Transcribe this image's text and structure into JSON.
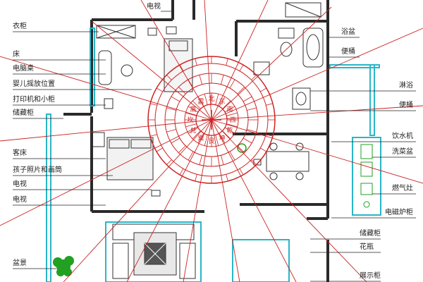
{
  "labels_left": {
    "wardrobe": "衣柜",
    "bed": "床",
    "computer_desk": "电脑桌",
    "crib_position": "婴儿摇放位置",
    "printer_cabinet": "打印机和小柜",
    "storage_cabinet": "储藏柜",
    "guest_bed": "客床",
    "child_photo_frame": "孩子照片和画筒",
    "tv_upper": "电视",
    "tv_lower": "电视",
    "potted_plant": "盆景"
  },
  "labels_top": {
    "tv_top": "电视"
  },
  "labels_right": {
    "washbasin": "浴盆",
    "toilet": "便桶",
    "shower": "淋浴",
    "toilet_2": "便桶",
    "water_dispenser": "饮水机",
    "sink": "洗菜盆",
    "gas_stove": "燃气灶",
    "microwave_cabinet": "电磁炉柜",
    "storage_cabinet_right": "储藏柜",
    "vase": "花瓶",
    "display_cabinet": "展示柜"
  },
  "compass": {
    "center_glyph": "十",
    "ring_marks": [
      "北",
      "东",
      "南",
      "西",
      "乾",
      "坤",
      "艮",
      "巽",
      "兑",
      "坎",
      "离",
      "震"
    ]
  },
  "colors": {
    "wall": "#2a2a2a",
    "cyan": "#29b6c8",
    "red": "#cc2222",
    "fill_hatch": "#555555",
    "plant": "#22a022"
  }
}
